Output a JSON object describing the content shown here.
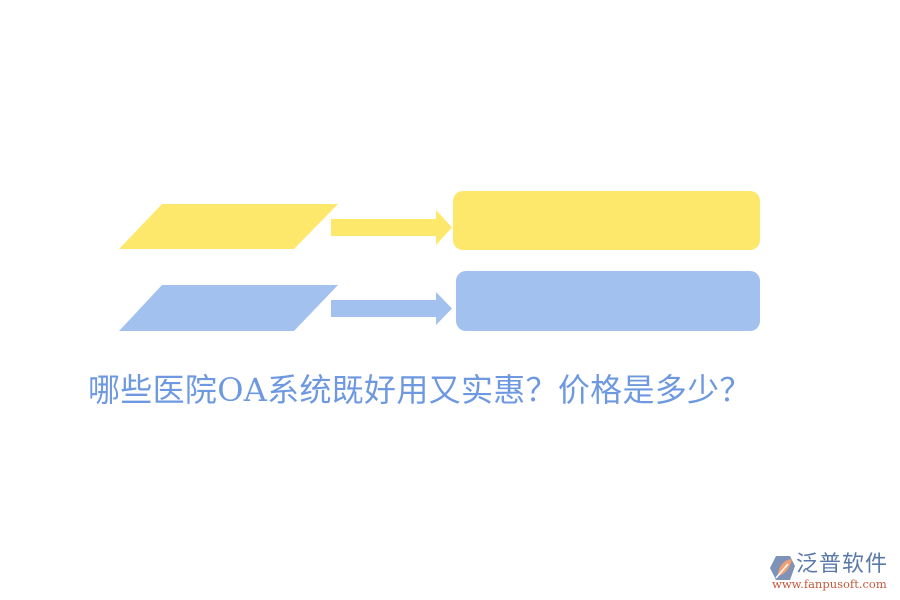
{
  "colors": {
    "yellow": "#fde86c",
    "blue": "#a2c1ee",
    "title_text": "#6e99e0",
    "logo_blue": "#5a79a8",
    "logo_orange": "#c25a3c",
    "logo_leaf": "#f0a070"
  },
  "rows": [
    {
      "name": "yellow-row",
      "color": "yellow",
      "label": ""
    },
    {
      "name": "blue-row",
      "color": "blue",
      "label": ""
    }
  ],
  "title": "哪些医院OA系统既好用又实惠？价格是多少？",
  "logo": {
    "icon": "fanpu-logo-icon",
    "name": "泛普软件",
    "url": "www.fanpusoft.com"
  }
}
